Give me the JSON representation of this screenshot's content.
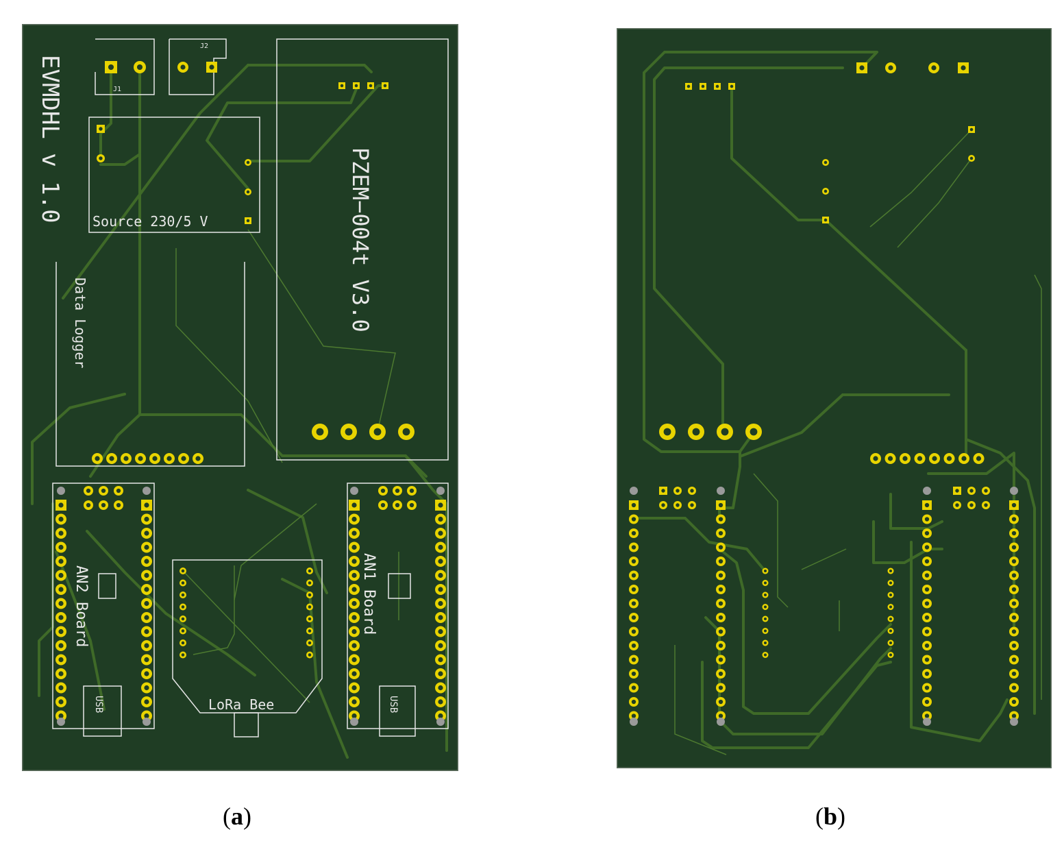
{
  "colors": {
    "board": "#1f3d24",
    "board_edge": "#5f6f60",
    "trace": "#3f6a28",
    "trace_light": "#4d7a30",
    "silkscreen": "#e6e6e6",
    "pad": "#e8d400",
    "pad_hole": "#1f3d24",
    "mount_hole": "#9a9a9a"
  },
  "panel_a": {
    "caption_open": "(",
    "caption_letter": "a",
    "caption_close": ")",
    "board_title": "EVMDHL v 1.0",
    "source_label": "Source 230/5 V",
    "pzem_label": "PZEM−004t V3.0",
    "logger_label": "Data Logger",
    "an2_label": "AN2 Board",
    "an1_label": "AN1 Board",
    "lora_label": "LoRa Bee",
    "usb_left": "USB",
    "usb_right": "USB",
    "j1_label": "J1",
    "j2_label": "J2"
  },
  "panel_b": {
    "caption_open": "(",
    "caption_letter": "b",
    "caption_close": ")"
  }
}
